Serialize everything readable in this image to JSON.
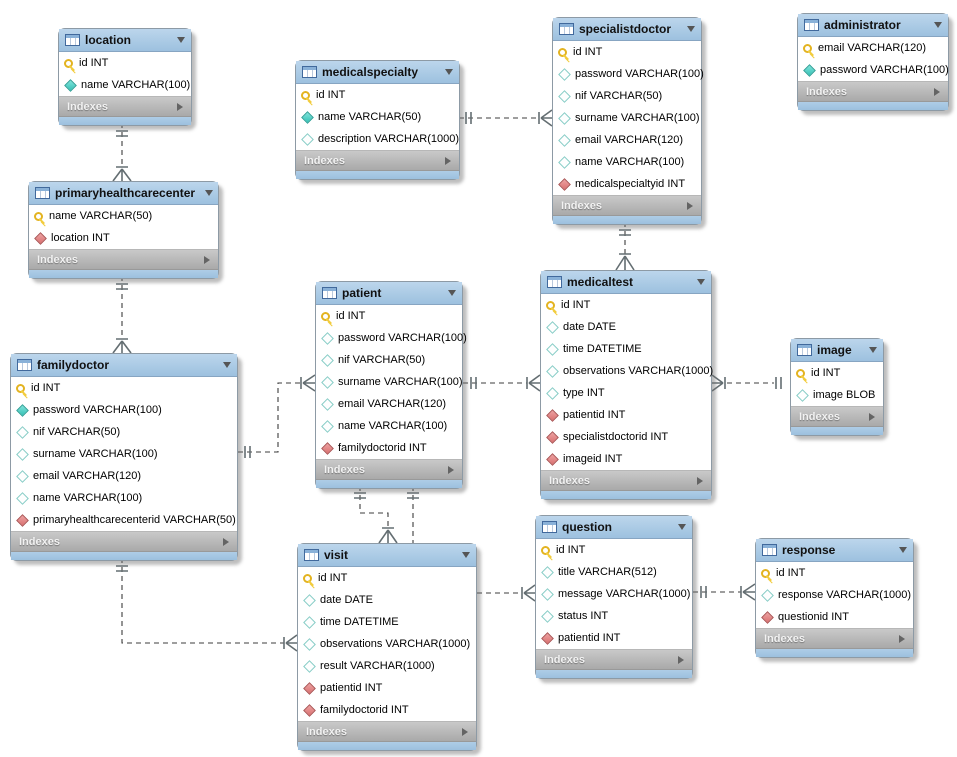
{
  "diagram": {
    "indexes_label": "Indexes",
    "tables": {
      "location": {
        "name": "location",
        "columns": [
          {
            "icon": "pk",
            "text": "id INT"
          },
          {
            "icon": "nn",
            "text": "name VARCHAR(100)"
          }
        ]
      },
      "primaryhealthcarecenter": {
        "name": "primaryhealthcarecenter",
        "columns": [
          {
            "icon": "pk",
            "text": "name VARCHAR(50)"
          },
          {
            "icon": "fk",
            "text": "location INT"
          }
        ]
      },
      "familydoctor": {
        "name": "familydoctor",
        "columns": [
          {
            "icon": "pk",
            "text": "id INT"
          },
          {
            "icon": "nn",
            "text": "password VARCHAR(100)"
          },
          {
            "icon": "opt",
            "text": "nif VARCHAR(50)"
          },
          {
            "icon": "opt",
            "text": "surname VARCHAR(100)"
          },
          {
            "icon": "opt",
            "text": "email VARCHAR(120)"
          },
          {
            "icon": "opt",
            "text": "name VARCHAR(100)"
          },
          {
            "icon": "fk",
            "text": "primaryhealthcarecenterid VARCHAR(50)"
          }
        ]
      },
      "medicalspecialty": {
        "name": "medicalspecialty",
        "columns": [
          {
            "icon": "pk",
            "text": "id INT"
          },
          {
            "icon": "nn",
            "text": "name VARCHAR(50)"
          },
          {
            "icon": "opt",
            "text": "description VARCHAR(1000)"
          }
        ]
      },
      "specialistdoctor": {
        "name": "specialistdoctor",
        "columns": [
          {
            "icon": "pk",
            "text": "id INT"
          },
          {
            "icon": "opt",
            "text": "password VARCHAR(100)"
          },
          {
            "icon": "opt",
            "text": "nif VARCHAR(50)"
          },
          {
            "icon": "opt",
            "text": "surname VARCHAR(100)"
          },
          {
            "icon": "opt",
            "text": "email VARCHAR(120)"
          },
          {
            "icon": "opt",
            "text": "name VARCHAR(100)"
          },
          {
            "icon": "fk",
            "text": "medicalspecialtyid INT"
          }
        ]
      },
      "administrator": {
        "name": "administrator",
        "columns": [
          {
            "icon": "pk",
            "text": "email VARCHAR(120)"
          },
          {
            "icon": "nn",
            "text": "password VARCHAR(100)"
          }
        ]
      },
      "patient": {
        "name": "patient",
        "columns": [
          {
            "icon": "pk",
            "text": "id INT"
          },
          {
            "icon": "opt",
            "text": "password VARCHAR(100)"
          },
          {
            "icon": "opt",
            "text": "nif VARCHAR(50)"
          },
          {
            "icon": "opt",
            "text": "surname VARCHAR(100)"
          },
          {
            "icon": "opt",
            "text": "email VARCHAR(120)"
          },
          {
            "icon": "opt",
            "text": "name VARCHAR(100)"
          },
          {
            "icon": "fk",
            "text": "familydoctorid INT"
          }
        ]
      },
      "medicaltest": {
        "name": "medicaltest",
        "columns": [
          {
            "icon": "pk",
            "text": "id INT"
          },
          {
            "icon": "opt",
            "text": "date DATE"
          },
          {
            "icon": "opt",
            "text": "time DATETIME"
          },
          {
            "icon": "opt",
            "text": "observations VARCHAR(1000)"
          },
          {
            "icon": "opt",
            "text": "type INT"
          },
          {
            "icon": "fk",
            "text": "patientid INT"
          },
          {
            "icon": "fk",
            "text": "specialistdoctorid INT"
          },
          {
            "icon": "fk",
            "text": "imageid INT"
          }
        ]
      },
      "image": {
        "name": "image",
        "columns": [
          {
            "icon": "pk",
            "text": "id INT"
          },
          {
            "icon": "opt",
            "text": "image BLOB"
          }
        ]
      },
      "visit": {
        "name": "visit",
        "columns": [
          {
            "icon": "pk",
            "text": "id INT"
          },
          {
            "icon": "opt",
            "text": "date DATE"
          },
          {
            "icon": "opt",
            "text": "time DATETIME"
          },
          {
            "icon": "opt",
            "text": "observations VARCHAR(1000)"
          },
          {
            "icon": "opt",
            "text": "result VARCHAR(1000)"
          },
          {
            "icon": "fk",
            "text": "patientid INT"
          },
          {
            "icon": "fk",
            "text": "familydoctorid INT"
          }
        ]
      },
      "question": {
        "name": "question",
        "columns": [
          {
            "icon": "pk",
            "text": "id INT"
          },
          {
            "icon": "opt",
            "text": "title VARCHAR(512)"
          },
          {
            "icon": "opt",
            "text": "message VARCHAR(1000)"
          },
          {
            "icon": "opt",
            "text": "status INT"
          },
          {
            "icon": "fk",
            "text": "patientid INT"
          }
        ]
      },
      "response": {
        "name": "response",
        "columns": [
          {
            "icon": "pk",
            "text": "id INT"
          },
          {
            "icon": "opt",
            "text": "response VARCHAR(1000)"
          },
          {
            "icon": "fk",
            "text": "questionid INT"
          }
        ]
      }
    },
    "icon_legend": {
      "pk": "primary-key-icon",
      "nn": "not-null-diamond-icon",
      "opt": "nullable-diamond-icon",
      "fk": "foreign-key-diamond-icon"
    },
    "relationships": [
      {
        "from": "primaryhealthcarecenter",
        "to": "location",
        "type": "many-to-one"
      },
      {
        "from": "familydoctor",
        "to": "primaryhealthcarecenter",
        "type": "many-to-one"
      },
      {
        "from": "specialistdoctor",
        "to": "medicalspecialty",
        "type": "many-to-one"
      },
      {
        "from": "medicaltest",
        "to": "specialistdoctor",
        "type": "many-to-one"
      },
      {
        "from": "patient",
        "to": "familydoctor",
        "type": "many-to-one"
      },
      {
        "from": "medicaltest",
        "to": "patient",
        "type": "many-to-one"
      },
      {
        "from": "medicaltest",
        "to": "image",
        "type": "many-to-one"
      },
      {
        "from": "visit",
        "to": "patient",
        "type": "many-to-one"
      },
      {
        "from": "question",
        "to": "patient",
        "type": "many-to-one"
      },
      {
        "from": "visit",
        "to": "familydoctor",
        "type": "many-to-one"
      },
      {
        "from": "response",
        "to": "question",
        "type": "many-to-one"
      }
    ]
  }
}
